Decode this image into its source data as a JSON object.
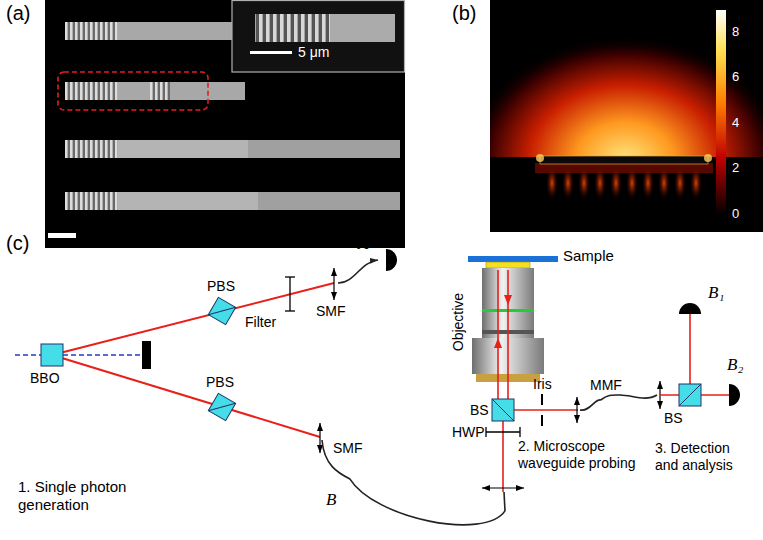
{
  "diagram": {
    "nodes": [
      {
        "text": [
          "1. Single photon generation"
        ]
      },
      {
        "text": [
          "2. Microscope waveguide probing"
        ]
      },
      {
        "text": [
          "3. Detection and analysis"
        ]
      }
    ],
    "edges": [
      {
        "from": 0,
        "to": 1,
        "arrow": "none"
      },
      {
        "from": 1,
        "to": 2,
        "arrow": "none"
      }
    ],
    "labels": [
      "(a)",
      "(b)",
      "(c)",
      "5 μm",
      "8",
      "6",
      "4",
      "2",
      "0",
      "BBO",
      "PBS",
      "Filter",
      "SMF",
      "A",
      "PBS",
      "SMF",
      "B",
      "Sample",
      "Objective",
      "Iris",
      "BS",
      "HWP",
      "MMF",
      "B₁",
      "B₂",
      "BS"
    ]
  }
}
